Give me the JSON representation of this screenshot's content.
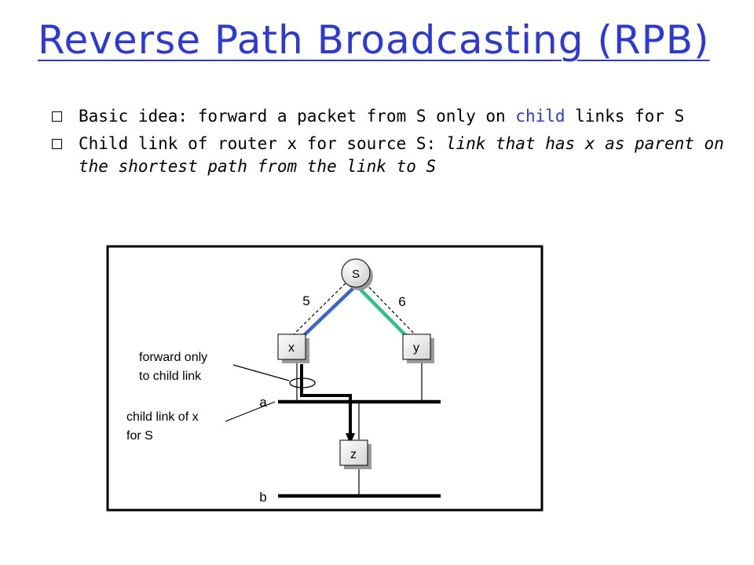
{
  "slide": {
    "title": "Reverse Path Broadcasting (RPB)",
    "bullets": [
      {
        "pre": "Basic idea: forward a packet from S only on ",
        "highlight": "child",
        "post": " links for S"
      },
      {
        "pre": "Child link of router x for source S: ",
        "emphasis": "link that has x as parent on the shortest path from the link to S"
      }
    ]
  },
  "diagram": {
    "nodes": {
      "source": "S",
      "router_x": "x",
      "router_y": "y",
      "router_z": "z"
    },
    "weights": {
      "s_x": "5",
      "s_y": "6"
    },
    "links": {
      "a": "a",
      "b": "b"
    },
    "annotations": {
      "forward_line1": "forward only",
      "forward_line2": "to child link",
      "child_line1": "child link of x",
      "child_line2": "for S"
    },
    "colors": {
      "s_to_x_path": "#3a63d8",
      "s_to_y_path": "#2ec08a",
      "title_accent": "#2b39d8"
    }
  }
}
